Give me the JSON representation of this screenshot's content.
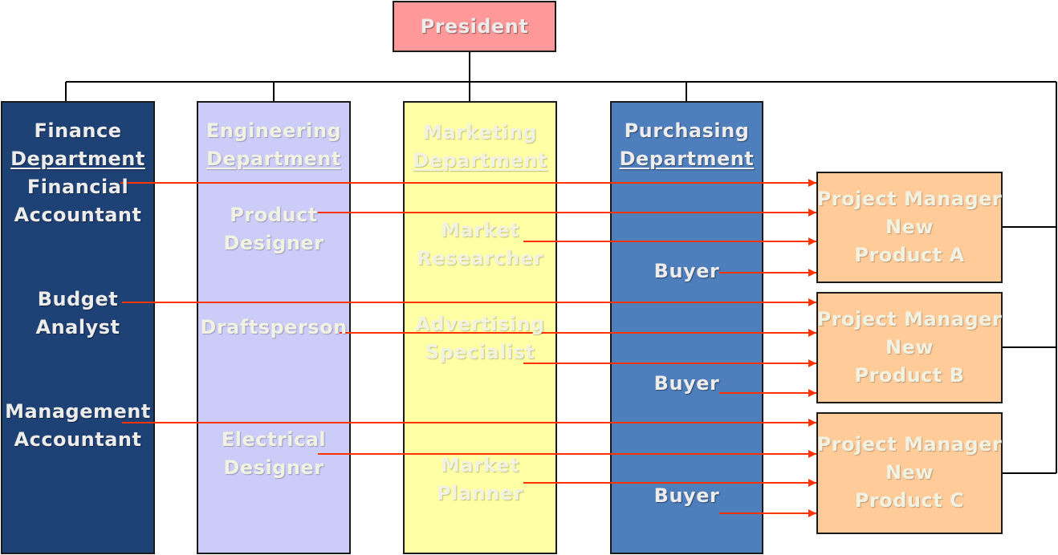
{
  "president": {
    "label": "President"
  },
  "departments": [
    {
      "id": "finance",
      "name1": "Finance",
      "name2": "Department",
      "fill": "#1f4276"
    },
    {
      "id": "engineering",
      "name1": "Engineering",
      "name2": "Department",
      "fill": "#ccccf8"
    },
    {
      "id": "marketing",
      "name1": "Marketing",
      "name2": "Department",
      "fill": "#ffffa6"
    },
    {
      "id": "purchasing",
      "name1": "Purchasing",
      "name2": "Department",
      "fill": "#4f7ebd"
    }
  ],
  "roles": {
    "finance": [
      {
        "l1": "Financial",
        "l2": "Accountant"
      },
      {
        "l1": "Budget",
        "l2": "Analyst"
      },
      {
        "l1": "Management",
        "l2": "Accountant"
      }
    ],
    "engineering": [
      {
        "l1": "Product",
        "l2": "Designer"
      },
      {
        "l1": "Draftsperson",
        "l2": ""
      },
      {
        "l1": "Electrical",
        "l2": "Designer"
      }
    ],
    "marketing": [
      {
        "l1": "Market",
        "l2": "Researcher"
      },
      {
        "l1": "Advertising",
        "l2": "Specialist"
      },
      {
        "l1": "Market",
        "l2": "Planner"
      }
    ],
    "purchasing": [
      {
        "l1": "Buyer"
      },
      {
        "l1": "Buyer"
      },
      {
        "l1": "Buyer"
      }
    ]
  },
  "project_managers": [
    {
      "l1": "Project Manager",
      "l2": "New",
      "l3": "Product A"
    },
    {
      "l1": "Project Manager",
      "l2": "New",
      "l3": "Product B"
    },
    {
      "l1": "Project Manager",
      "l2": "New",
      "l3": "Product C"
    }
  ],
  "colors": {
    "president_fill": "#ff9999",
    "pm_fill": "#ffcc99",
    "arrow": "#ff3300",
    "connector": "#000000"
  }
}
